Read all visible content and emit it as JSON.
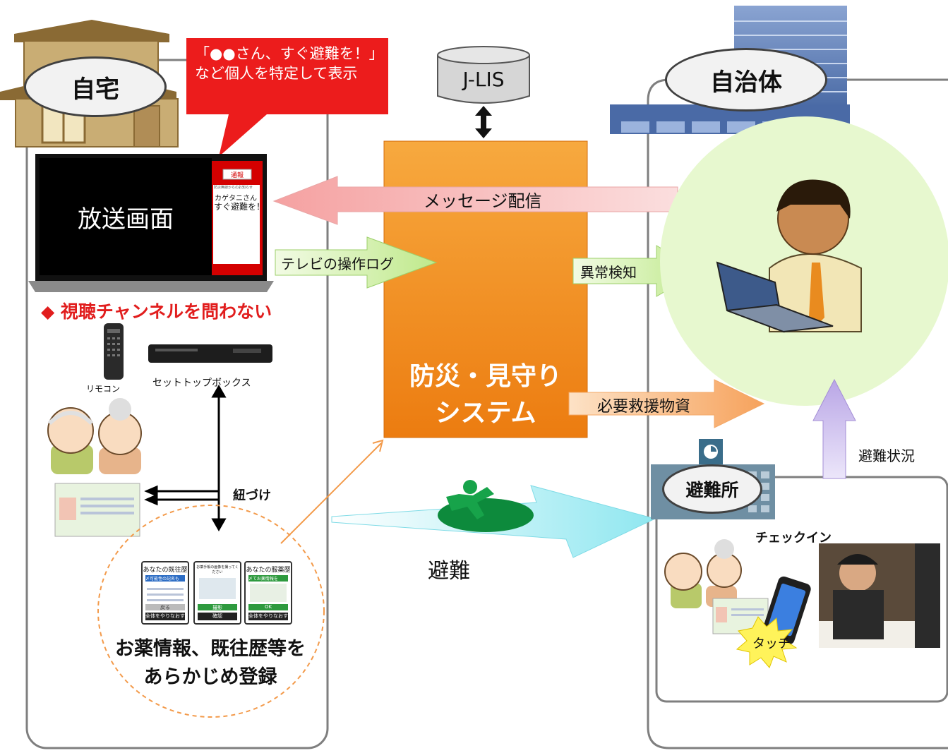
{
  "colors": {
    "panel_border": "#7f7f7f",
    "system_box": "#f08a1c",
    "alert_red": "#e11d1d",
    "arrow_pink": "#f6a5a5",
    "arrow_green": "#c9ef9c",
    "arrow_orange": "#f8b77a",
    "arrow_lilac": "#c7b6ec",
    "arrow_cyan": "#a7eef3",
    "municipality_circle": "#e7f8cf"
  },
  "home": {
    "title": "自宅",
    "balloon_text": "「●●さん、すぐ避難を！」など個人を特定して表示",
    "tv_screen_text": "放送画面",
    "tv_panel_button": "通報",
    "tv_panel_header": "防災無線からのお知らせ",
    "tv_panel_name": "カゲタニさん",
    "tv_panel_message": "すぐ避難を！",
    "channel_note": "◆ 視聴チャンネルを問わない",
    "remote_label": "リモコン",
    "stb_label": "セットトップボックス",
    "link_label": "紐づけ",
    "register_label": "お薬情報、既往歴等をあらかじめ登録",
    "phone_screens": [
      {
        "title": "あなたの既往歴",
        "bar": "〆可能性の記名も",
        "button": "戻る",
        "footer": "全体をやりなおす"
      },
      {
        "title": "お薬手帳の画像を撮ってください",
        "bar": "",
        "button": "撮影",
        "footer": "確認"
      },
      {
        "title": "あなたの服薬歴",
        "bar": "〆てお薬情報を",
        "button": "OK",
        "footer": "全体をやりなおす"
      }
    ]
  },
  "center": {
    "jlis_label": "J-LIS",
    "system_label": "防災・見守りシステム",
    "message_label": "メッセージ配信",
    "tv_log_label": "テレビの操作ログ",
    "anomaly_label": "異常検知",
    "supplies_label": "必要救援物資",
    "evac_label": "避難"
  },
  "municipality": {
    "title": "自治体",
    "evac_status_label": "避難状況"
  },
  "shelter": {
    "title": "避難所",
    "checkin_label": "チェックイン",
    "touch_label": "タッチ"
  }
}
